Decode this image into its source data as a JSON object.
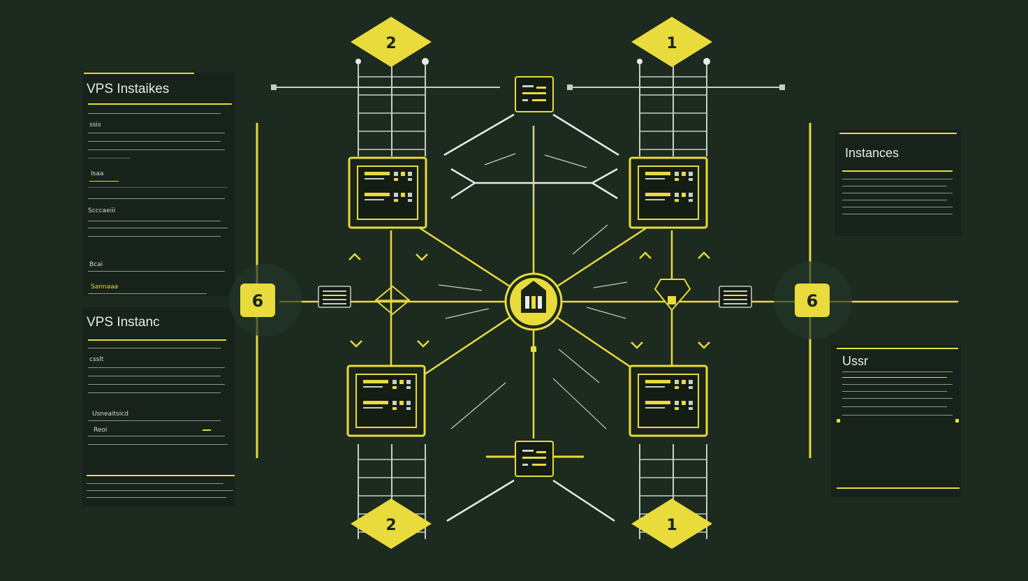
{
  "diagram": {
    "colors": {
      "background": "#1c2a20",
      "panel": "#17221a",
      "accent": "#e9db3c",
      "line_light": "#c9cfc4",
      "text": "#e8ece6"
    },
    "badges": {
      "top_left": "2",
      "top_right": "1",
      "bottom_left": "2",
      "bottom_right": "1",
      "mid_left": "6",
      "mid_right": "6"
    },
    "icons": {
      "hub": "building-icon",
      "server": "server-rack-icon",
      "switch": "network-switch-icon",
      "shield": "shield-icon",
      "diamond_node": "diamond-node-icon"
    }
  },
  "left_panel_top": {
    "title": "VPS Instaikes",
    "labels": [
      "ssis",
      "Isaa",
      "Scccaeiii",
      "Bcai",
      "Sannaaa"
    ]
  },
  "left_panel_bottom": {
    "title": "VPS Instanc",
    "labels": [
      "csslt",
      "Usneaitsicd",
      "Reoi"
    ]
  },
  "right_panel_top": {
    "title": "Instances"
  },
  "right_panel_bottom": {
    "title": "Ussr"
  }
}
